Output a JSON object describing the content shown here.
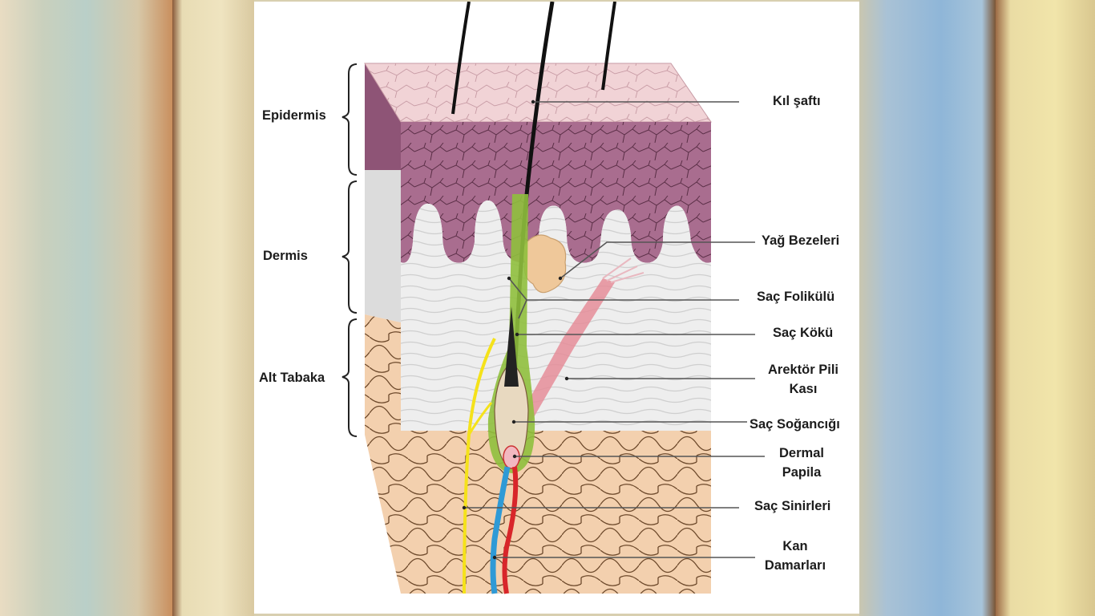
{
  "colors": {
    "epidermis": "#a96d8f",
    "epidermis_top": "#f1d3d6",
    "dermis": "#eeeeee",
    "fat": "#f3d0ae",
    "nerve": "#f5e21a",
    "artery": "#d8262a",
    "vein": "#2f9ad6",
    "muscle": "#e58d99",
    "gland": "#efc89a",
    "follicle": "#8fbf3d"
  },
  "left_labels": {
    "epidermis": "Epidermis",
    "dermis": "Dermis",
    "hypodermis": "Alt Tabaka"
  },
  "right_labels": {
    "hair_shaft": "Kıl şaftı",
    "sebaceous_glands": "Yağ Bezeleri",
    "hair_follicle": "Saç Folikülü",
    "hair_root": "Saç Kökü",
    "arrector_line1": "Arektör Pili",
    "arrector_line2": "Kası",
    "hair_bulb": "Saç Soğancığı",
    "papilla_line1": "Dermal",
    "papilla_line2": "Papila",
    "hair_nerves": "Saç Sinirleri",
    "vessels_line1": "Kan",
    "vessels_line2": "Damarları"
  }
}
